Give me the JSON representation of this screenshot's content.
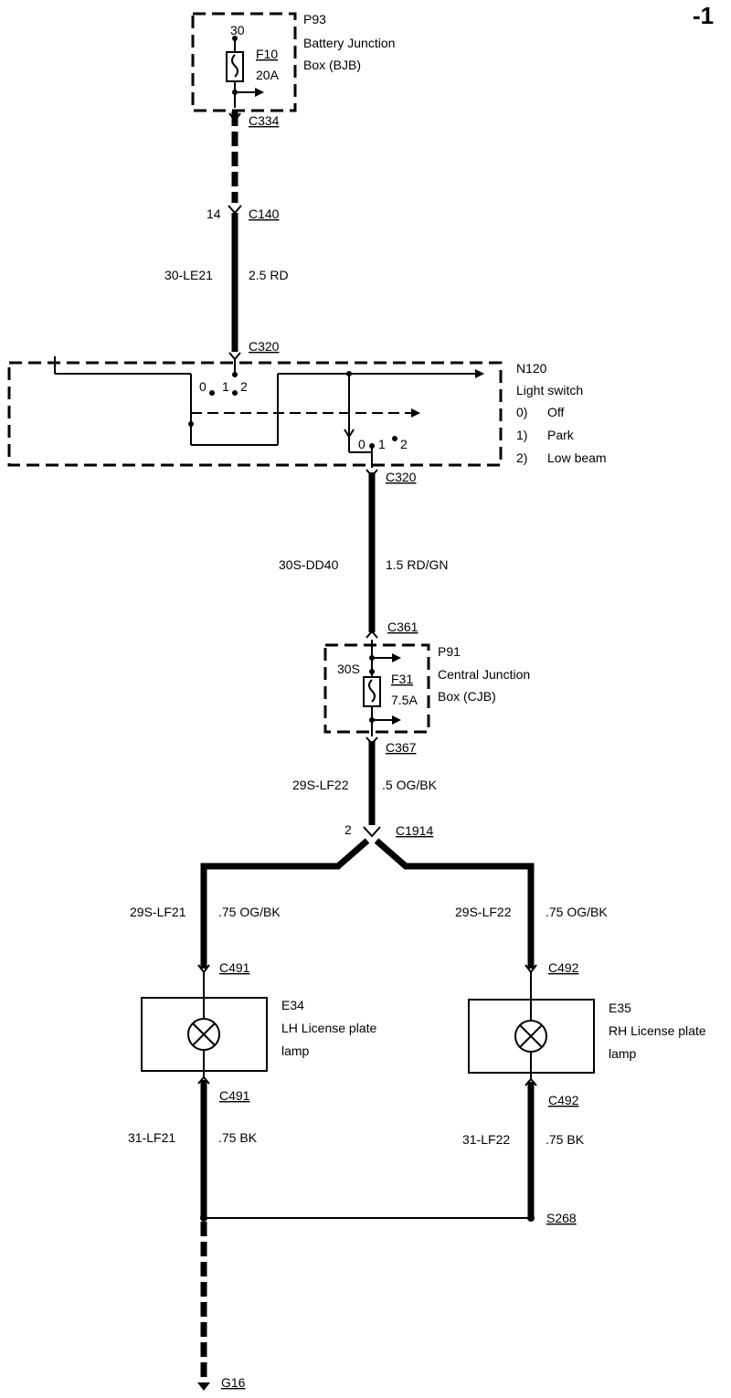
{
  "page_marker": "-1",
  "bjb": {
    "ref": "P93",
    "line1": "Battery Junction",
    "line2": "Box (BJB)",
    "pin": "30",
    "fuse": "F10",
    "rating": "20A"
  },
  "connectors": {
    "c334": "C334",
    "c140": "C140",
    "c140_pin": "14",
    "c320_top": "C320",
    "c320_bottom": "C320",
    "c361": "C361",
    "c367": "C367",
    "c1914": "C1914",
    "c1914_pin": "2",
    "c491_top": "C491",
    "c491_bottom": "C491",
    "c492_top": "C492",
    "c492_bottom": "C492",
    "s268": "S268",
    "g16": "G16"
  },
  "wires": {
    "w1_id": "30-LE21",
    "w1_spec": "2.5 RD",
    "w2_id": "30S-DD40",
    "w2_spec": "1.5 RD/GN",
    "w3_id": "29S-LF22",
    "w3_spec": ".5 OG/BK",
    "w4_id": "29S-LF21",
    "w4_spec": ".75 OG/BK",
    "w5_id": "29S-LF22",
    "w5_spec": ".75 OG/BK",
    "w6_id": "31-LF21",
    "w6_spec": ".75 BK",
    "w7_id": "31-LF22",
    "w7_spec": ".75 BK"
  },
  "switch": {
    "ref": "N120",
    "title": "Light switch",
    "opt0_num": "0)",
    "opt0": "Off",
    "opt1_num": "1)",
    "opt1": "Park",
    "opt2_num": "2)",
    "opt2": "Low beam",
    "pos0": "0",
    "pos1": "1",
    "pos2": "2"
  },
  "cjb": {
    "ref": "P91",
    "line1": "Central Junction",
    "line2": "Box (CJB)",
    "pin": "30S",
    "fuse": "F31",
    "rating": "7.5A"
  },
  "lamp_lh": {
    "ref": "E34",
    "line1": "LH License plate",
    "line2": "lamp"
  },
  "lamp_rh": {
    "ref": "E35",
    "line1": "RH License plate",
    "line2": "lamp"
  }
}
